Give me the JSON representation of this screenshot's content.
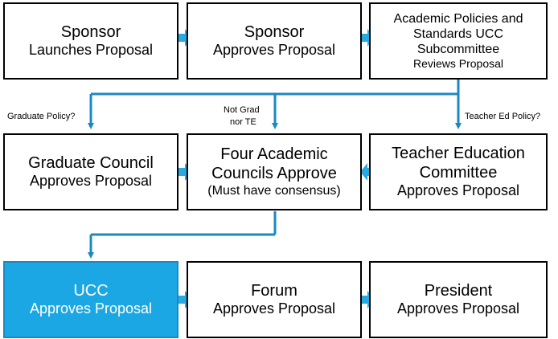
{
  "boxes": {
    "sponsor_launch": {
      "line1": "Sponsor",
      "line2": "Launches Proposal"
    },
    "sponsor_approve": {
      "line1": "Sponsor",
      "line2": "Approves Proposal"
    },
    "apsc": {
      "line1": "Academic Policies and",
      "line2": "Standards UCC",
      "line3": "Subcommittee",
      "line4": "Reviews Proposal"
    },
    "graduate": {
      "line1": "Graduate Council",
      "line2": "Approves Proposal"
    },
    "four_councils": {
      "line1": "Four Academic",
      "line2": "Councils Approve",
      "line3": "(Must have consensus)"
    },
    "teacher_ed": {
      "line1": "Teacher Education",
      "line2": "Committee",
      "line3": "Approves Proposal"
    },
    "ucc": {
      "line1": "UCC",
      "line2": "Approves Proposal"
    },
    "forum": {
      "line1": "Forum",
      "line2": "Approves Proposal"
    },
    "president": {
      "line1": "President",
      "line2": "Approves Proposal"
    }
  },
  "labels": {
    "graduate_policy": "Graduate Policy?",
    "not_grad_1": "Not Grad",
    "not_grad_2": "nor TE",
    "teacher_ed_policy": "Teacher Ed Policy?"
  },
  "colors": {
    "connector": "#1b89c0",
    "highlight_fill": "#1ba7e3",
    "highlight_text": "#ffffff"
  }
}
